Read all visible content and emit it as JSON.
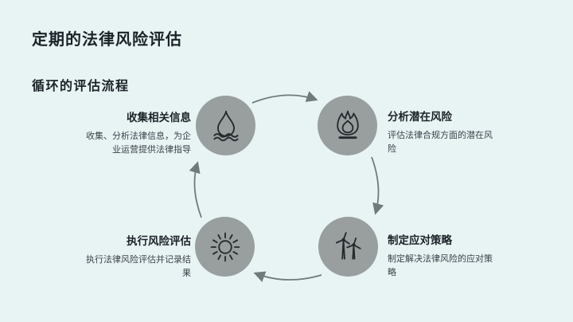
{
  "slide": {
    "title": "定期的法律风险评估",
    "subtitle": "循环的评估流程"
  },
  "cycle": {
    "flow_direction": "clockwise",
    "nodes": [
      {
        "title": "收集相关信息",
        "desc": "收集、分析法律信息，为企业运营提供法律指导",
        "icon": "water-drop-icon",
        "position": "top-left"
      },
      {
        "title": "分析潜在风险",
        "desc": "评估法律合规方面的潜在风险",
        "icon": "flame-icon",
        "position": "top-right"
      },
      {
        "title": "制定应对策略",
        "desc": "制定解决法律风险的应对策略",
        "icon": "wind-turbine-icon",
        "position": "bottom-right"
      },
      {
        "title": "执行风险评估",
        "desc": "执行法律风险评估并记录结果",
        "icon": "sun-icon",
        "position": "bottom-left"
      }
    ]
  },
  "colors": {
    "background": "#e8f3f4",
    "node_circle": "#999e9e",
    "icon_stroke": "#24292d",
    "arrow": "#6f7a7a",
    "heading_text": "#1b2228",
    "body_text": "#3a434a"
  }
}
